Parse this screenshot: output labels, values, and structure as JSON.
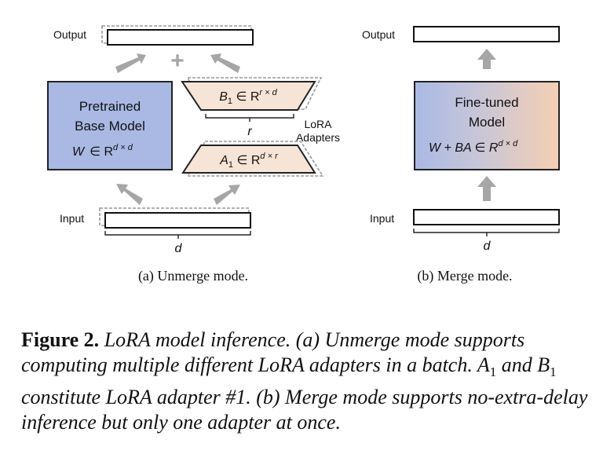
{
  "panel_a": {
    "output_label": "Output",
    "input_label": "Input",
    "plus": "+",
    "base_model": {
      "line1": "Pretrained",
      "line2": "Base Model",
      "formula_var": "W",
      "formula_rel": "∈ R",
      "formula_sup": "d × d"
    },
    "adapter_b": {
      "var": "B",
      "sub": "1",
      "rel": " ∈ R",
      "sup": "r × d"
    },
    "adapter_a": {
      "var": "A",
      "sub": "1",
      "rel": " ∈ R",
      "sup": "d × r"
    },
    "r_label": "r",
    "d_label": "d",
    "lora_label_line1": "LoRA",
    "lora_label_line2": "Adapters",
    "subcaption": "(a)  Unmerge mode."
  },
  "panel_b": {
    "output_label": "Output",
    "input_label": "Input",
    "model": {
      "line1": "Fine-tuned",
      "line2": "Model",
      "formula": "W + BA ∈ R",
      "formula_sup": "d × d"
    },
    "d_label": "d",
    "subcaption": "(b)  Merge mode."
  },
  "colors": {
    "blue_fill": "#a9b9e4",
    "peach_fill": "#f5cfb2",
    "adapter_fill": "#f6e4d6",
    "arrow_gray": "#a6a6a6",
    "border": "#222222"
  },
  "caption": {
    "label": "Figure 2.",
    "text1": " LoRA model inference. (a) Unmerge mode supports computing multiple different LoRA adapters in a batch. ",
    "a_var": "A",
    "a_sub": "1",
    "text2": " and ",
    "b_var": "B",
    "b_sub": "1",
    "text3": " constitute LoRA adapter #1. (b) Merge mode supports no-extra-delay inference but only one adapter at once."
  }
}
